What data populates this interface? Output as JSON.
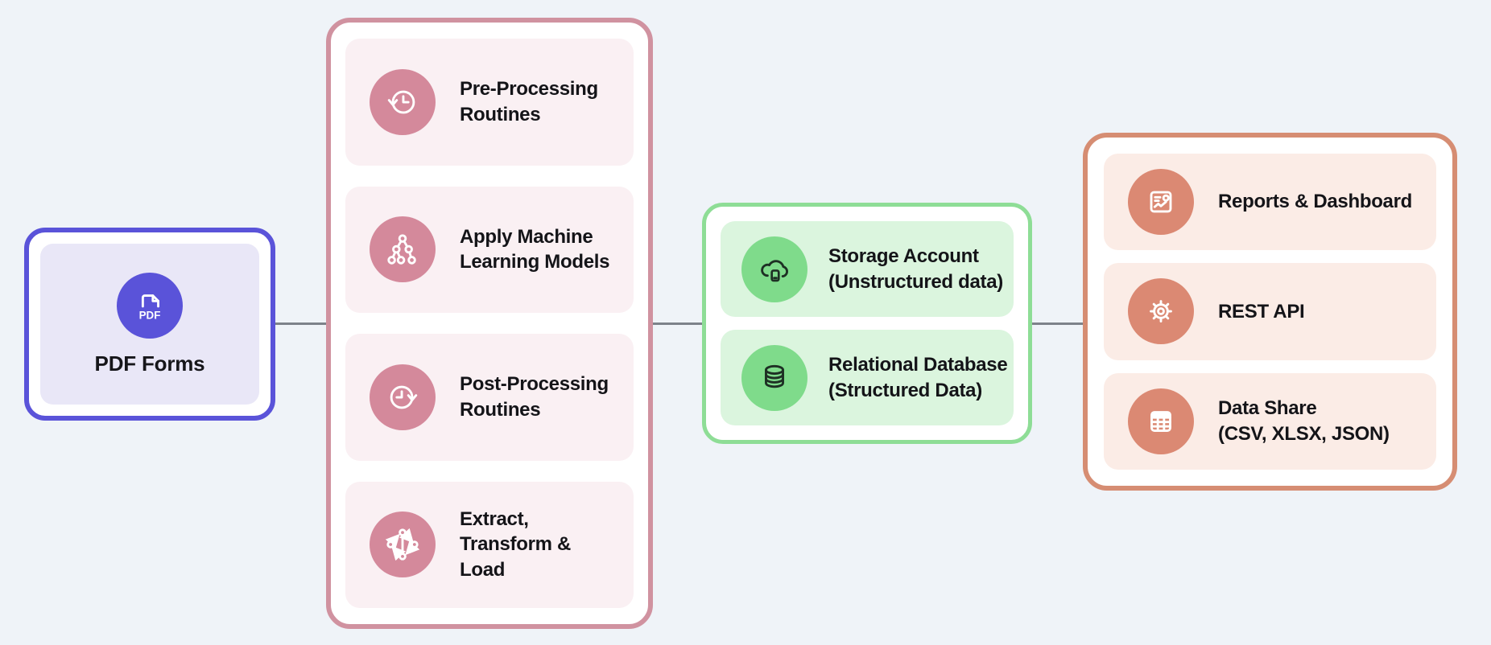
{
  "diagram": {
    "background_color": "#eff3f8",
    "connector_color": "#7d828a",
    "source": {
      "label": "PDF Forms",
      "icon": "pdf-file-icon",
      "icon_text": "PDF",
      "accent_color": "#5a53d9",
      "panel_color": "#e9e7f7"
    },
    "processing_group": {
      "border_color": "#d092a0",
      "card_color": "#faf0f3",
      "icon_circle_color": "#d4899b",
      "items": [
        {
          "label": "Pre-Processing\nRoutines",
          "icon": "history-clock-icon"
        },
        {
          "label": "Apply Machine\nLearning Models",
          "icon": "ml-tree-icon"
        },
        {
          "label": "Post-Processing\nRoutines",
          "icon": "clock-forward-icon"
        },
        {
          "label": "Extract,\nTransform &\nLoad",
          "icon": "etl-distribute-icon"
        }
      ]
    },
    "storage_group": {
      "border_color": "#8edd96",
      "card_color": "#dbf5de",
      "icon_circle_color": "#7fdb8b",
      "items": [
        {
          "label": "Storage Account\n(Unstructured data)",
          "icon": "cloud-storage-icon"
        },
        {
          "label": "Relational Database\n(Structured Data)",
          "icon": "database-icon"
        }
      ]
    },
    "output_group": {
      "border_color": "#d68d73",
      "card_color": "#fbece6",
      "icon_circle_color": "#db8973",
      "items": [
        {
          "label": "Reports & Dashboard",
          "icon": "report-image-icon"
        },
        {
          "label": "REST API",
          "icon": "gear-icon"
        },
        {
          "label": "Data Share\n(CSV, XLSX, JSON)",
          "icon": "table-grid-icon"
        }
      ]
    }
  }
}
